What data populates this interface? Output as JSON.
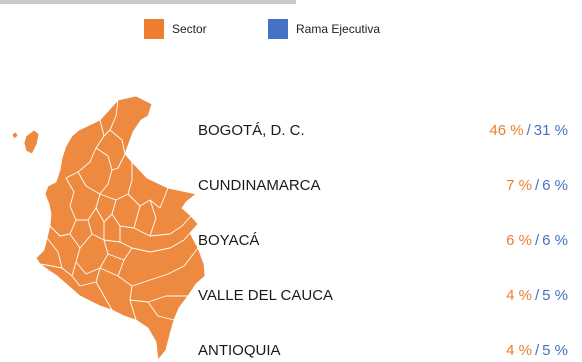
{
  "colors": {
    "sector": "#ed7d31",
    "rama": "#4472c4",
    "map_fill": "#ed8a3f"
  },
  "legend": [
    {
      "label": "Sector"
    },
    {
      "label": "Rama Ejecutiva"
    }
  ],
  "chart_data": {
    "type": "table",
    "series": [
      {
        "name": "Sector",
        "unit": "%"
      },
      {
        "name": "Rama Ejecutiva",
        "unit": "%"
      }
    ],
    "rows": [
      {
        "name": "BOGOTÁ, D. C.",
        "sector": 46,
        "rama": 31,
        "sector_label": "46 %",
        "rama_label": "31 %"
      },
      {
        "name": "CUNDINAMARCA",
        "sector": 7,
        "rama": 6,
        "sector_label": "7 %",
        "rama_label": "6 %"
      },
      {
        "name": "BOYACÁ",
        "sector": 6,
        "rama": 6,
        "sector_label": "6 %",
        "rama_label": "6 %"
      },
      {
        "name": "VALLE DEL CAUCA",
        "sector": 4,
        "rama": 5,
        "sector_label": "4 %",
        "rama_label": "5 %"
      },
      {
        "name": "ANTIOQUIA",
        "sector": 4,
        "rama": 5,
        "sector_label": "4 %",
        "rama_label": "5 %"
      }
    ],
    "separator": "/"
  }
}
